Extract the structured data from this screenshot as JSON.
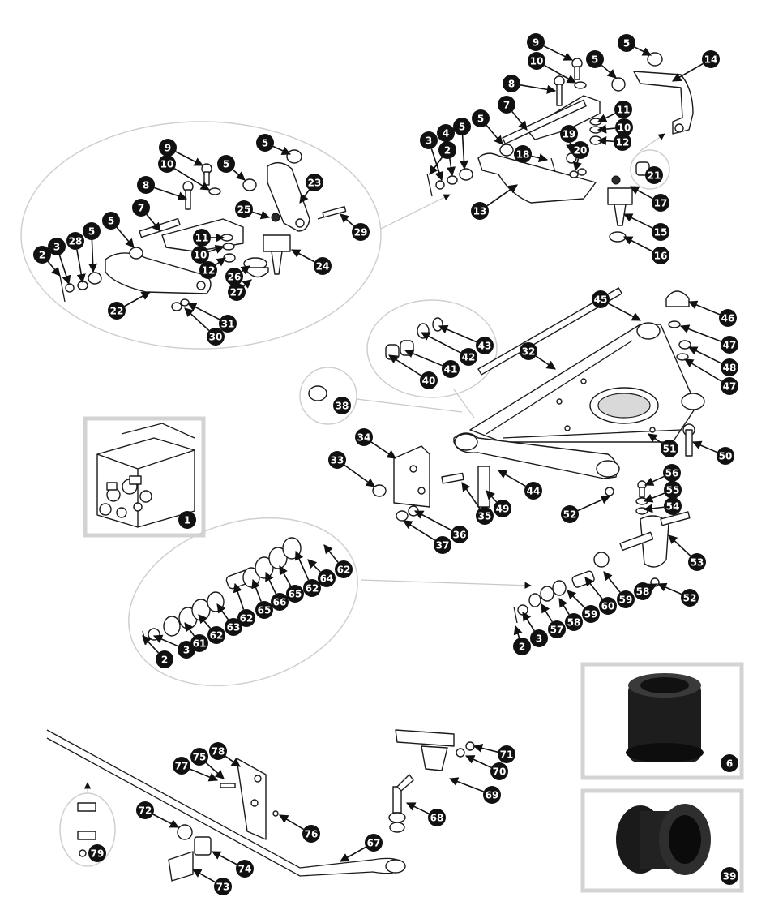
{
  "diagram": {
    "callouts": [
      "1",
      "2",
      "3",
      "4",
      "5",
      "6",
      "7",
      "8",
      "9",
      "10",
      "11",
      "12",
      "13",
      "14",
      "15",
      "16",
      "17",
      "18",
      "19",
      "20",
      "21",
      "22",
      "23",
      "24",
      "25",
      "26",
      "27",
      "28",
      "29",
      "30",
      "31",
      "32",
      "33",
      "34",
      "35",
      "36",
      "37",
      "38",
      "39",
      "40",
      "41",
      "42",
      "43",
      "44",
      "45",
      "46",
      "47",
      "48",
      "49",
      "50",
      "51",
      "52",
      "53",
      "54",
      "55",
      "56",
      "57",
      "58",
      "59",
      "60",
      "61",
      "62",
      "63",
      "64",
      "65",
      "66",
      "67",
      "68",
      "69",
      "70",
      "71",
      "72",
      "73",
      "74",
      "75",
      "76",
      "77",
      "78",
      "79"
    ]
  }
}
